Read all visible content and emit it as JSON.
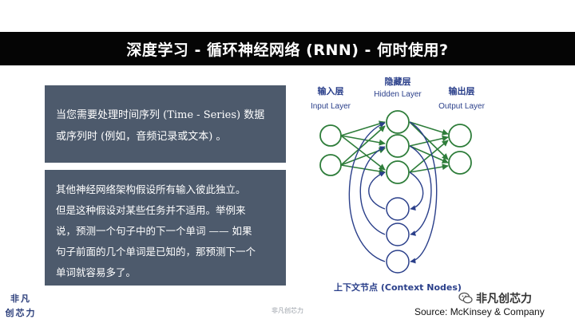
{
  "title": "深度学习 - 循环神经网络 (RNN) - 何时使用?",
  "box1": {
    "line1": "当您需要处理时间序列 (Time - Series) 数据",
    "line2": "或序列时 (例如，音频记录或文本) 。"
  },
  "box2": {
    "line1": "其他神经网络架构假设所有输入彼此独立。",
    "line2": "但是这种假设对某些任务并不适用。举例来",
    "line3": "说，预测一个句子中的下一个单词 —— 如果",
    "line4": "句子前面的几个单词是已知的，那预测下一个",
    "line5": "单词就容易多了。"
  },
  "diagram": {
    "input_cn": "输入层",
    "input_en": "Input Layer",
    "hidden_cn": "隐藏层",
    "hidden_en": "Hidden Layer",
    "output_cn": "输出层",
    "output_en": "Output Layer",
    "context": "上下文节点 (Context Nodes)",
    "colors": {
      "node_fill": "#ffffff",
      "node_stroke": "#2e7d3a",
      "connection": "#2e7d3a",
      "context": "#2a3f8a",
      "label": "#2a3f8a"
    }
  },
  "watermark_side": {
    "line1": "非凡",
    "line2": "创芯力"
  },
  "footer_center": "非凡创芯力",
  "wechat_label": "非凡创芯力",
  "wechat_icon": "wechat-icon",
  "source": "Source: McKinsey & Company"
}
